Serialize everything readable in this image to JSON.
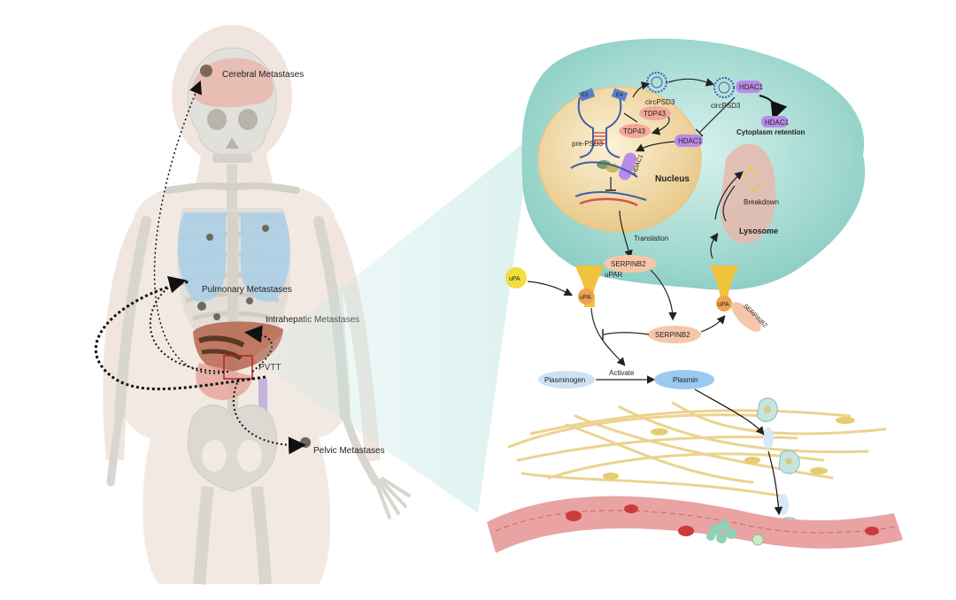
{
  "metastases": {
    "cerebral": "Cerebral Metastases",
    "pulmonary": "Pulmonary Metastases",
    "intrahepatic": "Intrahepatic Metastases",
    "pvtt": "PVTT",
    "pelvic": "Pelvic Metastases"
  },
  "cell": {
    "circpsd3_a": "circPSD3",
    "circpsd3_b": "circPSD3",
    "hdac1_a": "HDAC1",
    "hdac1_b": "HDAC1",
    "hdac1_c": "HDAC1",
    "hdac1_d": "HDAC1",
    "tdp43_a": "TDP43",
    "tdp43_b": "TDP43",
    "pre_psd3": "pre-PSD3",
    "cytoplasm_retention": "Cytoplasm retention",
    "nucleus": "Nucleus",
    "breakdown": "Breakdown",
    "lysosome": "Lysosome",
    "translation": "Translation",
    "exon_a": "E3",
    "exon_b": "E4"
  },
  "pathway": {
    "upa_free": "uPA",
    "upa_bound_a": "uPA",
    "upa_bound_b": "uPA",
    "upar": "uPAR",
    "serpinb2_a": "SERPINB2",
    "serpinb2_b": "SERPINB2",
    "serpinb2_c": "SERPINB2",
    "plasminogen": "Plasminogen",
    "activate": "Activate",
    "plasmin": "Plasmin"
  },
  "colors": {
    "cell_body": "#a9dcd4",
    "nucleus": "#f2dcaa",
    "hdac1": "#b98be6",
    "tdp43": "#f3a99a",
    "serpinb2": "#f5c7a8",
    "plasmin": "#9cc9ef",
    "vessel": "#e9a3a3",
    "upa": "#f1df3c"
  }
}
